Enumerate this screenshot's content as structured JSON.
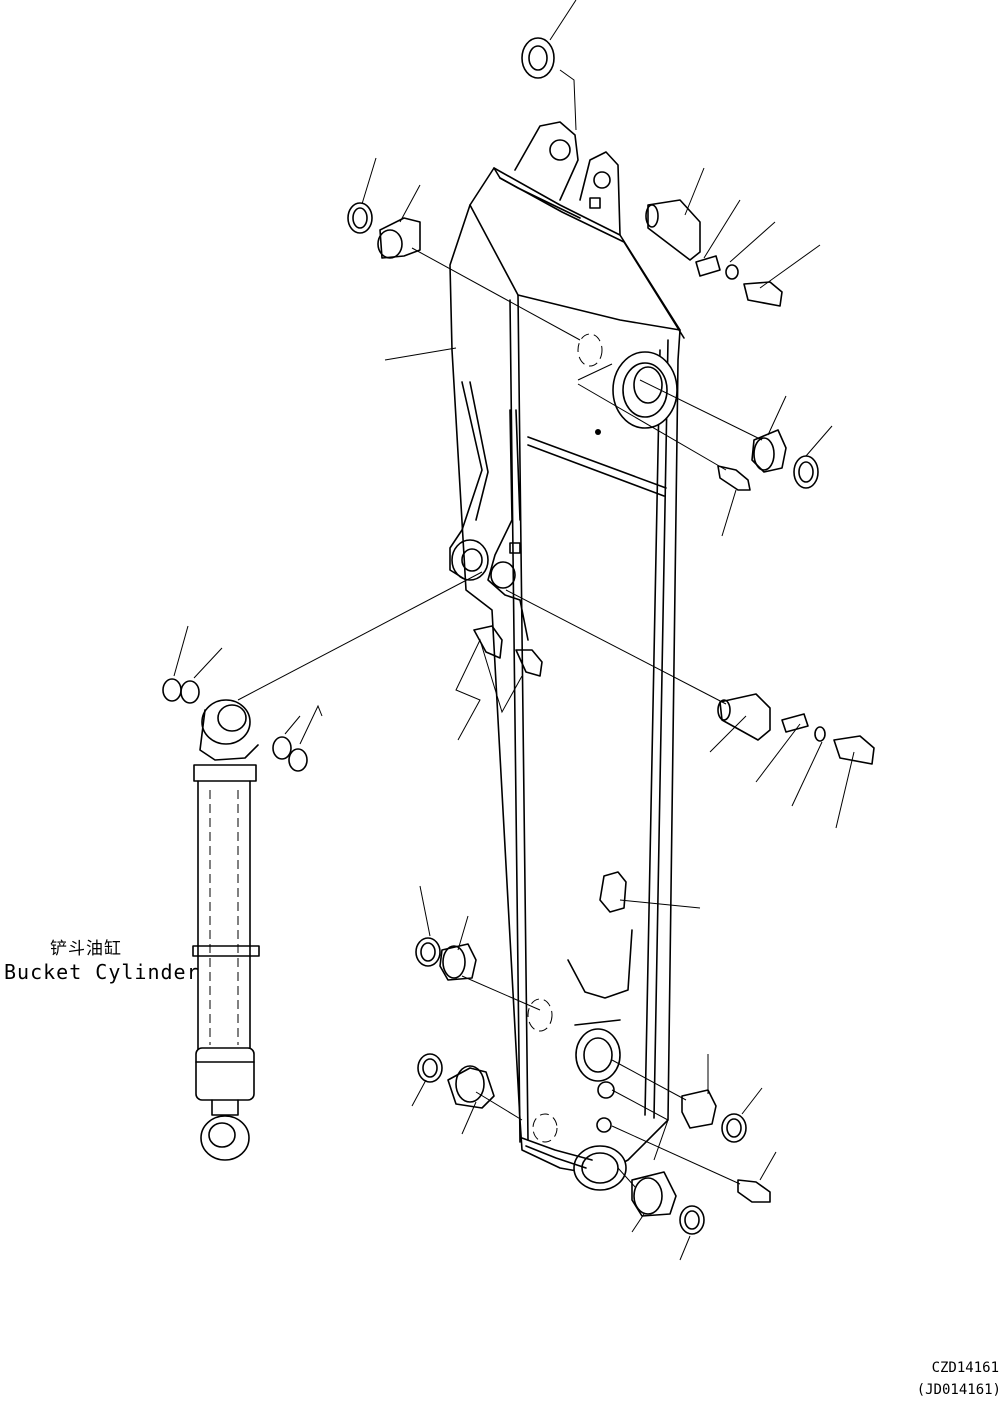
{
  "labels": {
    "cylinder_cn": "铲斗油缸",
    "cylinder_en": "Bucket Cylinder"
  },
  "drawing_code": {
    "primary": "CZD14161",
    "secondary": "(JD014161)"
  }
}
